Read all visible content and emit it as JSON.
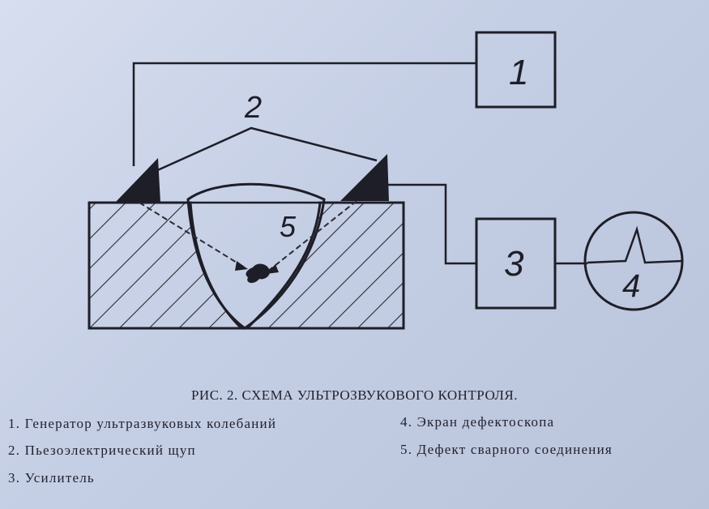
{
  "labels": {
    "generator": "1",
    "probe": "2",
    "amplifier": "3",
    "screen": "4",
    "defect": "5"
  },
  "caption": "РИС. 2. СХЕМА УЛЬТРОЗВУКОВОГО КОНТРОЛЯ.",
  "legend": [
    "1. Генератор ультразвуковых колебаний",
    "2. Пьезоэлектрический щуп",
    "3. Усилитель",
    "4. Экран дефектоскопа",
    "5. Дефект сварного соединения"
  ],
  "colors": {
    "ink": "#1e1e28",
    "paper": "#c9d3e6"
  }
}
